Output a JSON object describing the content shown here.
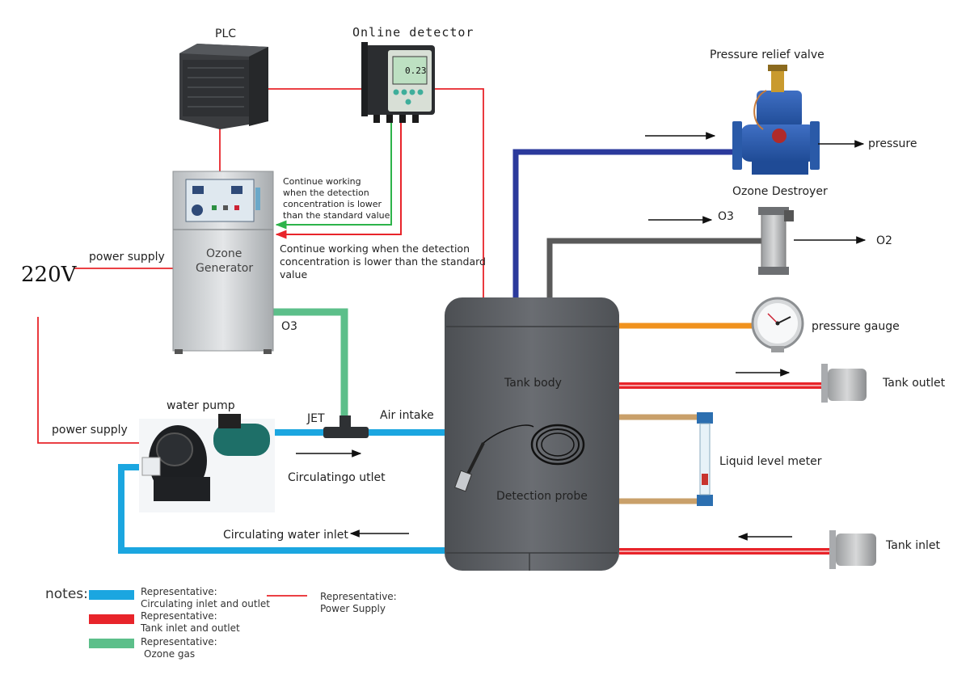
{
  "labels": {
    "plc": "PLC",
    "online_detector": "Online detector",
    "pressure_relief_valve": "Pressure relief valve",
    "pressure": "pressure",
    "ozone_destroyer": "Ozone Destroyer",
    "o3_in": "O3",
    "o2_out": "O2",
    "pressure_gauge": "pressure gauge",
    "tank_body": "Tank body",
    "tank_outlet": "Tank outlet",
    "liquid_level_meter": "Liquid level meter",
    "tank_inlet": "Tank inlet",
    "detection_probe": "Detection probe",
    "voltage": "220V",
    "power_supply_top": "power supply",
    "power_supply_bottom": "power supply",
    "ozone_generator_line1": "Ozone",
    "ozone_generator_line2": "Generator",
    "o3_gas": "O3",
    "water_pump": "water pump",
    "jet": "JET",
    "air_intake": "Air intake",
    "circulating_outlet": "Circulatingo utlet",
    "circulating_inlet": "Circulating water inlet",
    "detector_reading": "0.23",
    "green_note": [
      "Continue working",
      "when the detection",
      "concentration is lower",
      "than the standard value"
    ],
    "red_note": [
      "Continue working when the detection",
      "concentration is lower than the standard",
      "value"
    ]
  },
  "legend": {
    "title": "notes:",
    "items": [
      {
        "color": "#1ba6e0",
        "lines": [
          "Representative:",
          "Circulating inlet and outlet"
        ]
      },
      {
        "color": "#e8242a",
        "lines": [
          "Representative:",
          "Tank inlet and outlet"
        ]
      },
      {
        "color": "#5cbf8a",
        "lines": [
          "Representative:",
          "Ozone gas"
        ]
      },
      {
        "color": "#e8242a",
        "lines": [
          "Representative:",
          "Power Supply"
        ]
      }
    ]
  },
  "colors": {
    "power": "#e8242a",
    "circulating": "#1ba6e0",
    "ozone_gas": "#5cbf8a",
    "signal_green": "#2db34a",
    "pressure_line": "#2b3a9c",
    "destroyer_line": "#5a5a5a",
    "gauge_line": "#f0921e",
    "level_line": "#c9a06a",
    "tank_body": "#5f6266"
  }
}
